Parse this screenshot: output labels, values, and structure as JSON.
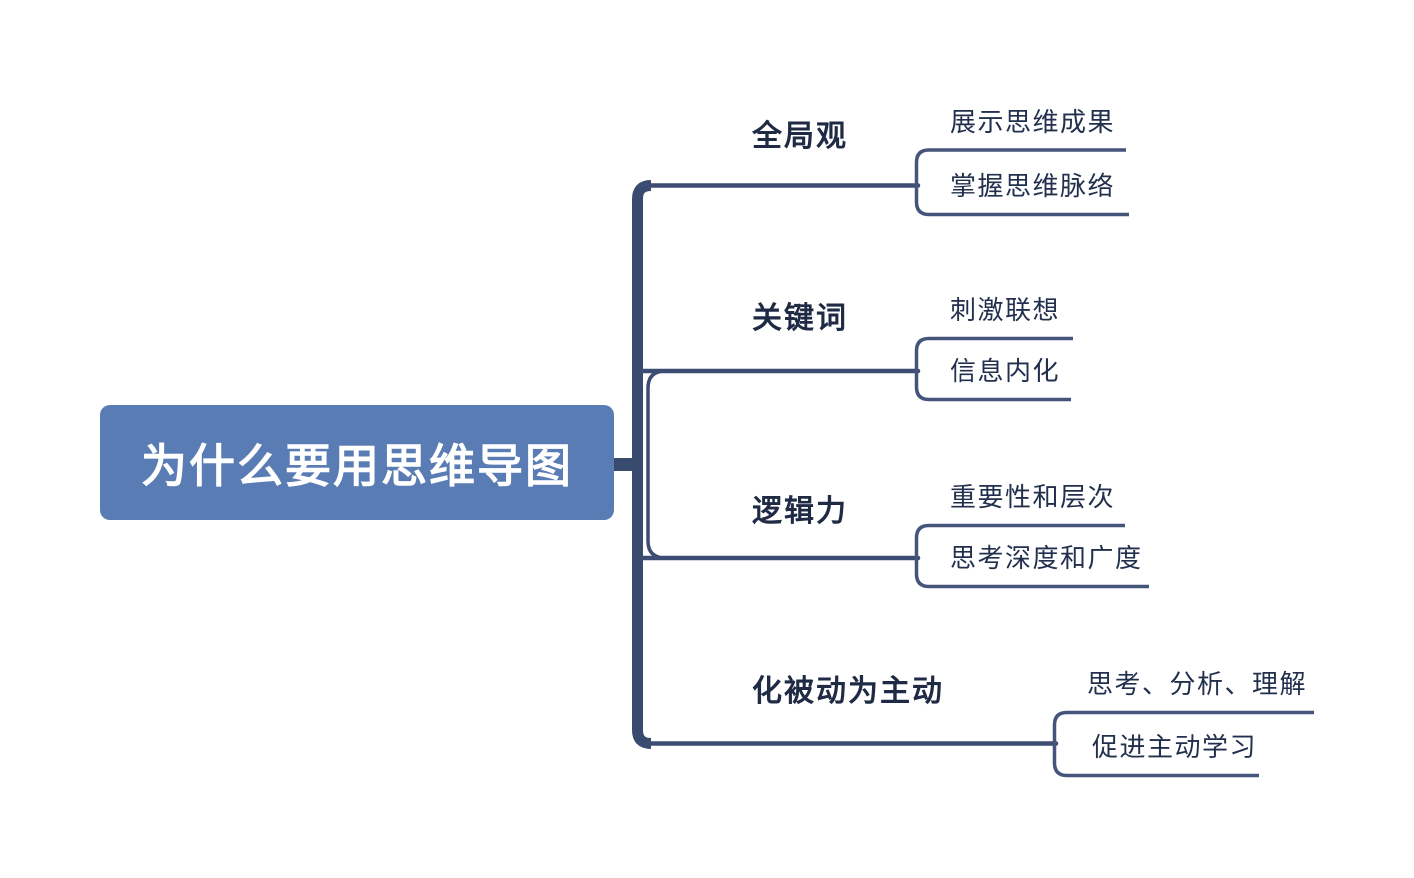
{
  "central": {
    "title": "为什么要用思维导图"
  },
  "branches": [
    {
      "label": "全局观",
      "children": [
        "展示思维成果",
        "掌握思维脉络"
      ]
    },
    {
      "label": "关键词",
      "children": [
        "刺激联想",
        "信息内化"
      ]
    },
    {
      "label": "逻辑力",
      "children": [
        "重要性和层次",
        "思考深度和广度"
      ]
    },
    {
      "label": "化被动为主动",
      "children": [
        "思考、分析、理解",
        "促进主动学习"
      ]
    }
  ],
  "colors": {
    "background": "#ffffff",
    "node_fill": "#5a7cb4",
    "node_text": "#ffffff",
    "trunk": "#394a6f",
    "line": "#3c4c72",
    "bracket": "#44547a",
    "label_text": "#1f2a45",
    "sub_text": "#22304e"
  }
}
